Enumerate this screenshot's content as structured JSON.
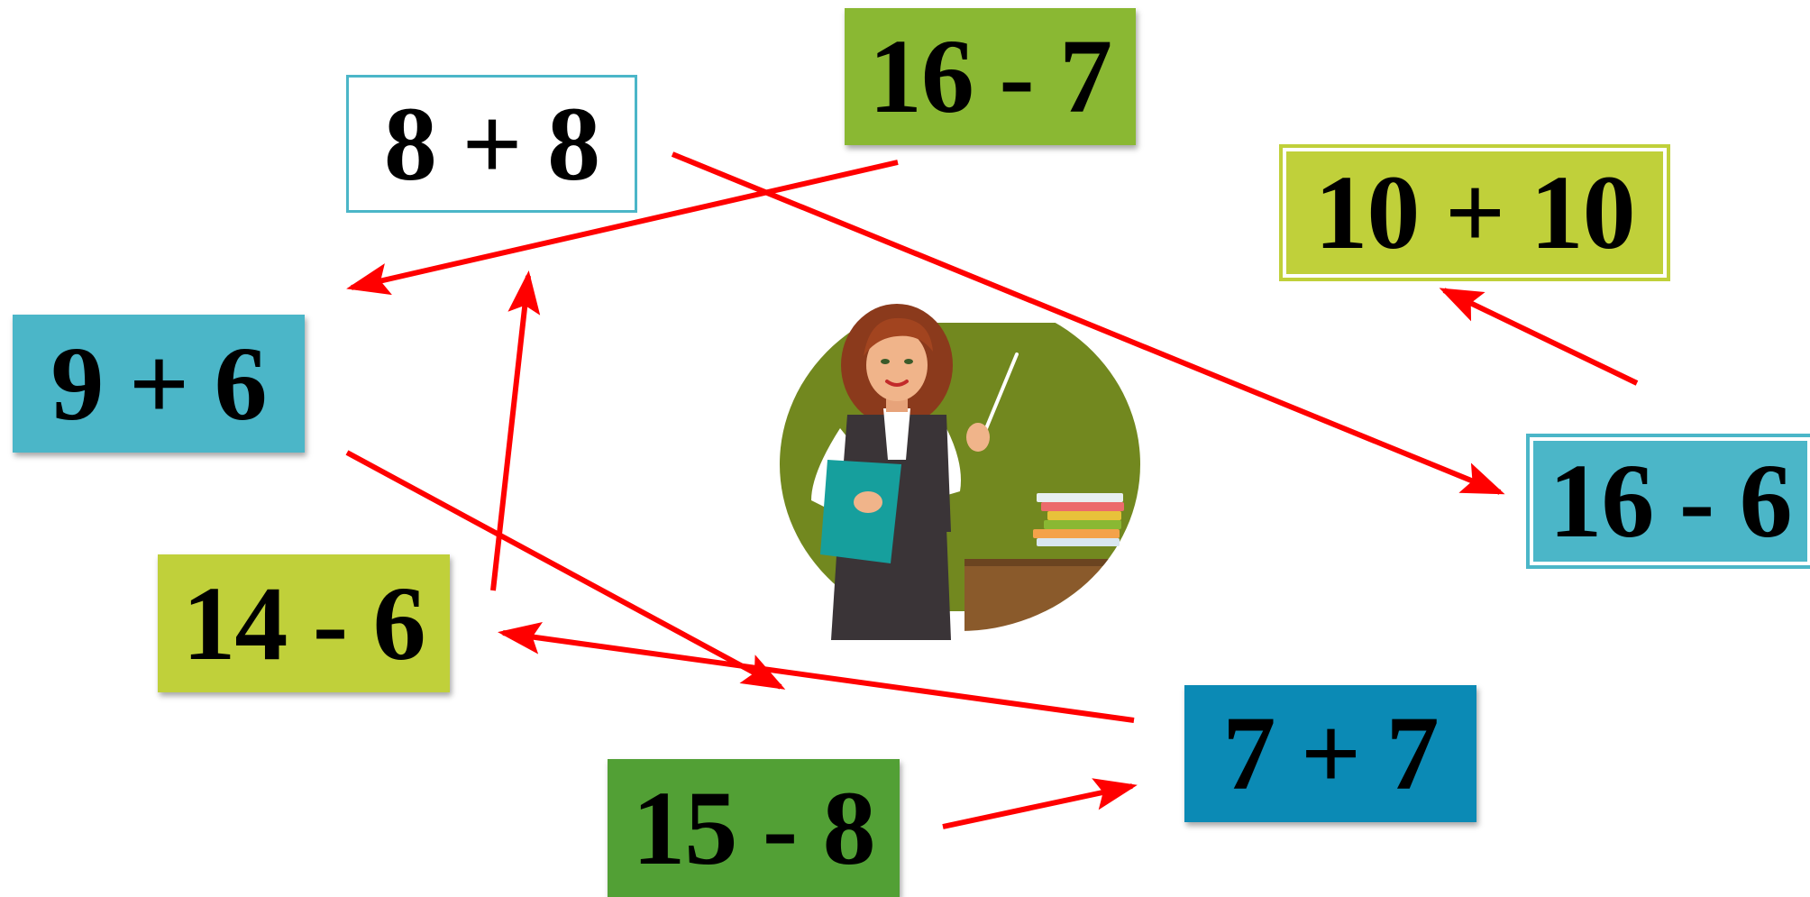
{
  "cards": [
    {
      "id": "card-8-plus-8",
      "expr": "8 + 8",
      "fill": "#ffffff",
      "border": "#4bb6c8"
    },
    {
      "id": "card-16-minus-7",
      "expr": "16 - 7",
      "fill": "#8ab833",
      "border": "#8ab833"
    },
    {
      "id": "card-10-plus-10",
      "expr": "10 + 10",
      "fill": "#c0d03a",
      "border": "#c0d03a"
    },
    {
      "id": "card-9-plus-6",
      "expr": "9 + 6",
      "fill": "#4bb6c8",
      "border": "#4bb6c8"
    },
    {
      "id": "card-16-minus-6",
      "expr": "16 - 6",
      "fill": "#4bb6c8",
      "border": "#4bb6c8"
    },
    {
      "id": "card-14-minus-6",
      "expr": "14 - 6",
      "fill": "#c0d03a",
      "border": "#c0d03a"
    },
    {
      "id": "card-7-plus-7",
      "expr": "7 + 7",
      "fill": "#0b8ab5",
      "border": "#0b8ab5"
    },
    {
      "id": "card-15-minus-8",
      "expr": "15 - 8",
      "fill": "#52a035",
      "border": "#52a035"
    }
  ],
  "arrows": [
    {
      "from": "8 + 8",
      "to": "16 - 6"
    },
    {
      "from": "16 - 7",
      "to": "9 + 6"
    },
    {
      "from": "9 + 6",
      "to": "15 - 8"
    },
    {
      "from": "14 - 6",
      "to": "8 + 8"
    },
    {
      "from": "7 + 7",
      "to": "14 - 6"
    },
    {
      "from": "15 - 8",
      "to": "7 + 7"
    },
    {
      "from": "16 - 6",
      "to": "10 + 10"
    }
  ],
  "arrow_color": "#ff0000",
  "illustration": {
    "icon": "teacher-illustration"
  }
}
